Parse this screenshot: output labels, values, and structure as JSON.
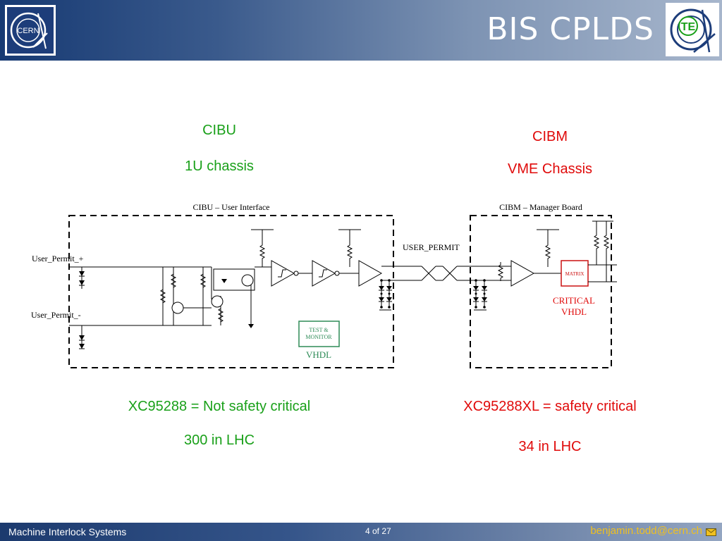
{
  "slide": {
    "title": "BIS CPLDS",
    "cern_logo_text": "CERN",
    "te_logo_text": "TE"
  },
  "left": {
    "name": "CIBU",
    "chassis": "1U chassis",
    "chip": "XC95288 = Not safety critical",
    "count": "300 in LHC"
  },
  "right": {
    "name": "CIBM",
    "chassis": "VME Chassis",
    "chip": "XC95288XL = safety critical",
    "count": "34 in LHC"
  },
  "diagram": {
    "cibu_box_label": "CIBU – User Interface",
    "cibm_box_label": "CIBM – Manager Board",
    "input_plus": "User_Permit_+",
    "input_minus": "User_Permit_-",
    "signal_label": "USER_PERMIT",
    "test_monitor_line1": "TEST &",
    "test_monitor_line2": "MONITOR",
    "vhdl_label": "VHDL",
    "matrix_label": "MATRIX",
    "critical_line1": "CRITICAL",
    "critical_line2": "VHDL"
  },
  "footer": {
    "left_text": "Machine Interlock Systems",
    "page": "4 of 27",
    "email": "benjamin.todd@cern.ch"
  },
  "colors": {
    "green": "#19a019",
    "red": "#e00a0a",
    "test_box": "#2e8b57",
    "matrix_box": "#cc1111"
  }
}
